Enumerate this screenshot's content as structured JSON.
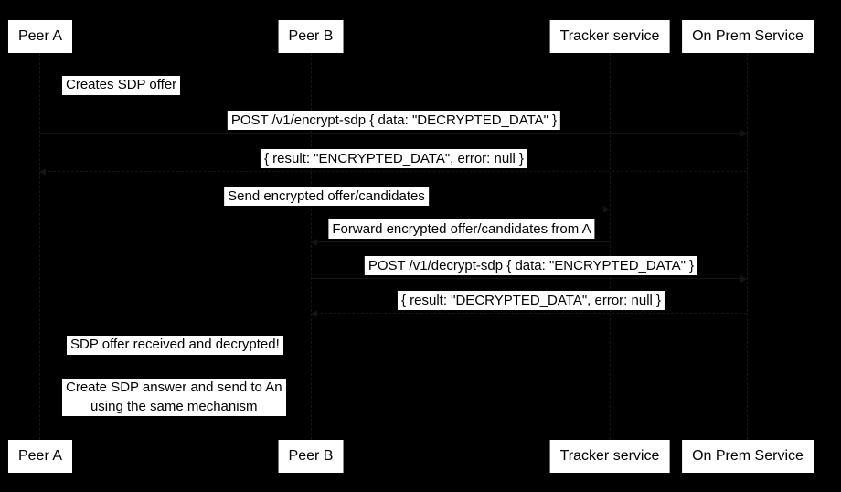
{
  "diagram": {
    "type": "sequence-diagram",
    "colors": {
      "background": "#000000",
      "box_background": "#ffffff",
      "text": "#000000"
    },
    "participants": [
      {
        "id": "peer-a",
        "label": "Peer A"
      },
      {
        "id": "peer-b",
        "label": "Peer B"
      },
      {
        "id": "tracker-service",
        "label": "Tracker service"
      },
      {
        "id": "on-prem-service",
        "label": "On Prem Service"
      }
    ],
    "notes": [
      {
        "label": "Creates SDP offer"
      },
      {
        "label": "SDP offer received and decrypted!"
      },
      {
        "label": "Create SDP answer and send to An\nusing the same mechanism"
      }
    ],
    "messages": [
      {
        "from": "Peer A",
        "to": "On Prem Service",
        "label": "POST /v1/encrypt-sdp { data: \"DECRYPTED_DATA\" }"
      },
      {
        "from": "On Prem Service",
        "to": "Peer A",
        "label": "{ result: \"ENCRYPTED_DATA\", error: null }"
      },
      {
        "from": "Peer A",
        "to": "Tracker service",
        "label": "Send encrypted offer/candidates"
      },
      {
        "from": "Tracker service",
        "to": "Peer B",
        "label": "Forward encrypted offer/candidates from A"
      },
      {
        "from": "Peer B",
        "to": "On Prem Service",
        "label": "POST /v1/decrypt-sdp { data: \"ENCRYPTED_DATA\" }"
      },
      {
        "from": "On Prem Service",
        "to": "Peer B",
        "label": "{ result: \"DECRYPTED_DATA\", error: null }"
      }
    ]
  }
}
